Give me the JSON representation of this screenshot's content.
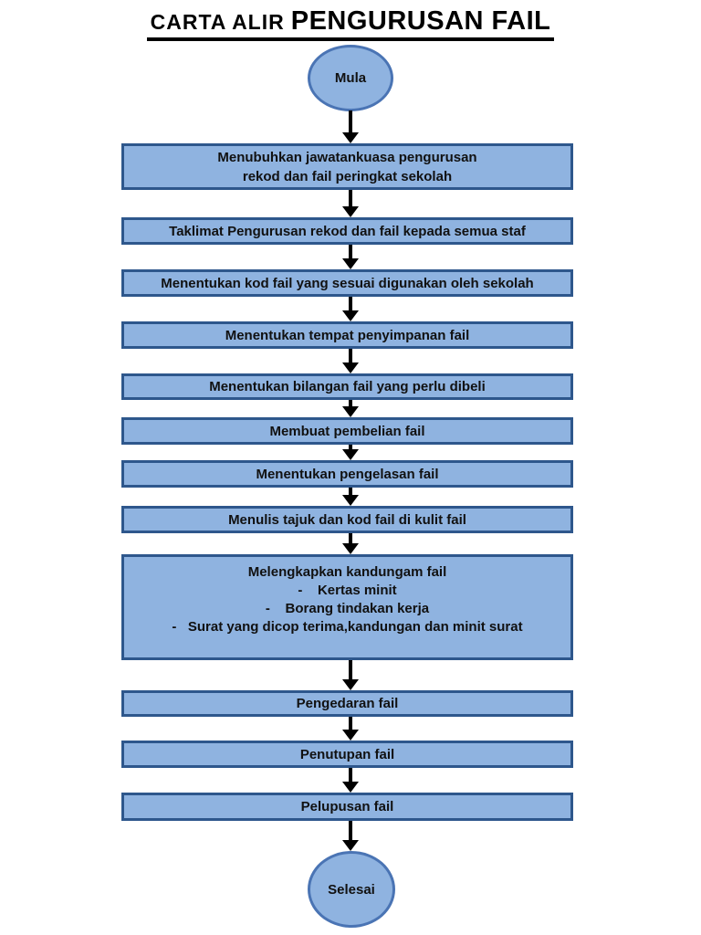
{
  "page": {
    "title_prefix": "CARTA ALIR",
    "title_main": "PENGURUSAN FAIL"
  },
  "flow": {
    "start_label": "Mula",
    "end_label": "Selesai",
    "steps": [
      {
        "label": "Menubuhkan jawatankuasa pengurusan\nrekod dan fail peringkat sekolah"
      },
      {
        "label": "Taklimat Pengurusan rekod dan fail kepada semua staf"
      },
      {
        "label": "Menentukan kod fail yang sesuai digunakan oleh sekolah"
      },
      {
        "label": "Menentukan tempat penyimpanan fail"
      },
      {
        "label": "Menentukan bilangan fail yang perlu dibeli"
      },
      {
        "label": "Membuat pembelian fail"
      },
      {
        "label": "Menentukan pengelasan fail"
      },
      {
        "label": "Menulis tajuk dan kod fail di kulit fail"
      },
      {
        "label": "Melengkapkan kandungam fail\n-    Kertas minit\n-    Borang tindakan kerja\n-   Surat yang dicop terima,kandungan dan minit surat"
      },
      {
        "label": "Pengedaran fail"
      },
      {
        "label": "Penutupan fail"
      },
      {
        "label": "Pelupusan fail"
      }
    ]
  },
  "colors": {
    "fill": "#8FB3E0",
    "box_border": "#2E578C",
    "terminal_border": "#4A74B4",
    "arrow": "#000000",
    "text": "#111111"
  }
}
